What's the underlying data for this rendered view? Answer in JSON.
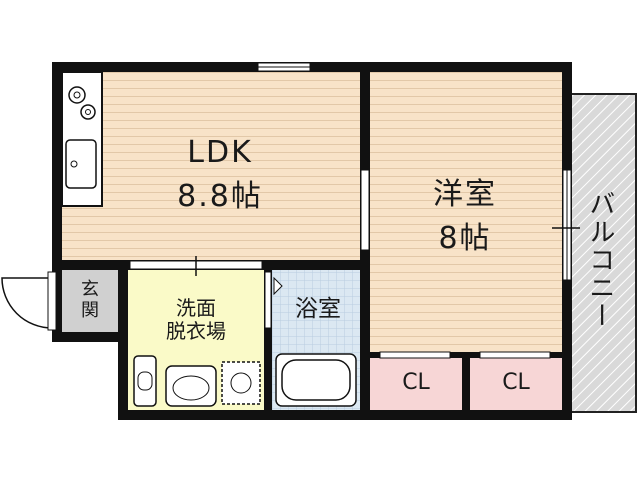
{
  "plan": {
    "rooms": {
      "ldk": {
        "name": "LDK",
        "size": "8.8帖",
        "color": "#f8e3c8"
      },
      "western": {
        "name": "洋室",
        "size": "8帖",
        "color": "#f8e3c8"
      },
      "entrance": {
        "name": "玄\n関",
        "color": "#d0d0d0"
      },
      "washroom": {
        "name": "洗面\n脱衣場",
        "color": "#fafac8"
      },
      "bathroom": {
        "name": "浴室",
        "color": "#dbe8f2"
      },
      "closet1": {
        "name": "CL",
        "color": "#f7d6d6"
      },
      "closet2": {
        "name": "CL",
        "color": "#f7d6d6"
      },
      "balcony": {
        "name": "バルコニー",
        "color": "#d6d6d6"
      }
    },
    "wall_color": "#111111"
  }
}
